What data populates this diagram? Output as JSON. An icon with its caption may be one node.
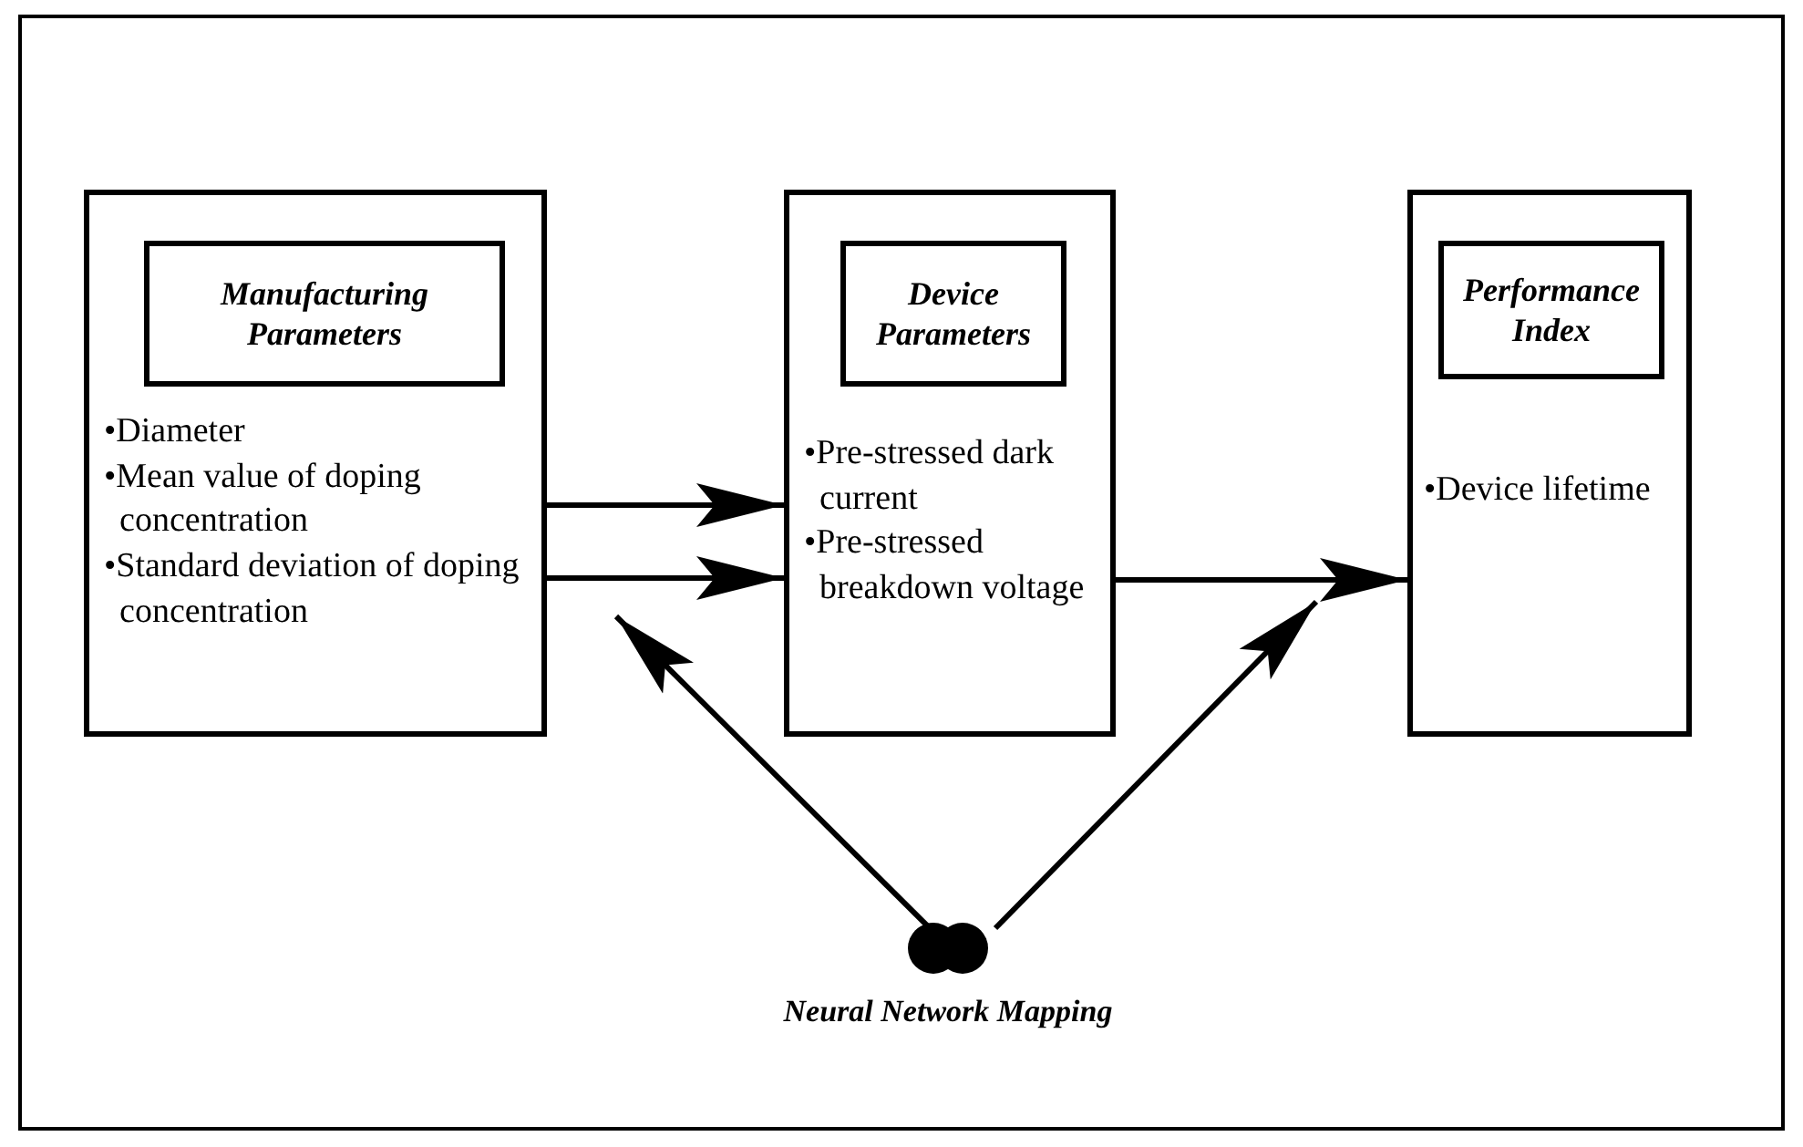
{
  "diagram": {
    "nodes": [
      {
        "text": [
          "•Diameter",
          "•Mean value of doping concentration",
          "•Standard deviation of doping concentration"
        ]
      },
      {
        "text": [
          "Manufacturing Parameters"
        ],
        "in": 0
      },
      {
        "text": [
          "•Pre-stressed dark current",
          "•Pre-stressed breakdown voltage"
        ]
      },
      {
        "text": [
          "Device Parameters"
        ],
        "in": 2
      },
      {
        "text": [
          "•Device lifetime"
        ]
      },
      {
        "text": [
          "Performance Index"
        ],
        "in": 4
      },
      {
        "text": [
          "Neural Network Mapping"
        ]
      }
    ],
    "edges": [
      {
        "from": 0,
        "to": 2,
        "arrow": "to"
      },
      {
        "from": 0,
        "to": 2,
        "arrow": "to"
      },
      {
        "from": 2,
        "to": 4,
        "arrow": "to"
      },
      {
        "from": 6,
        "to": null,
        "arrow": "to"
      },
      {
        "from": 6,
        "to": null,
        "arrow": "to"
      }
    ]
  }
}
